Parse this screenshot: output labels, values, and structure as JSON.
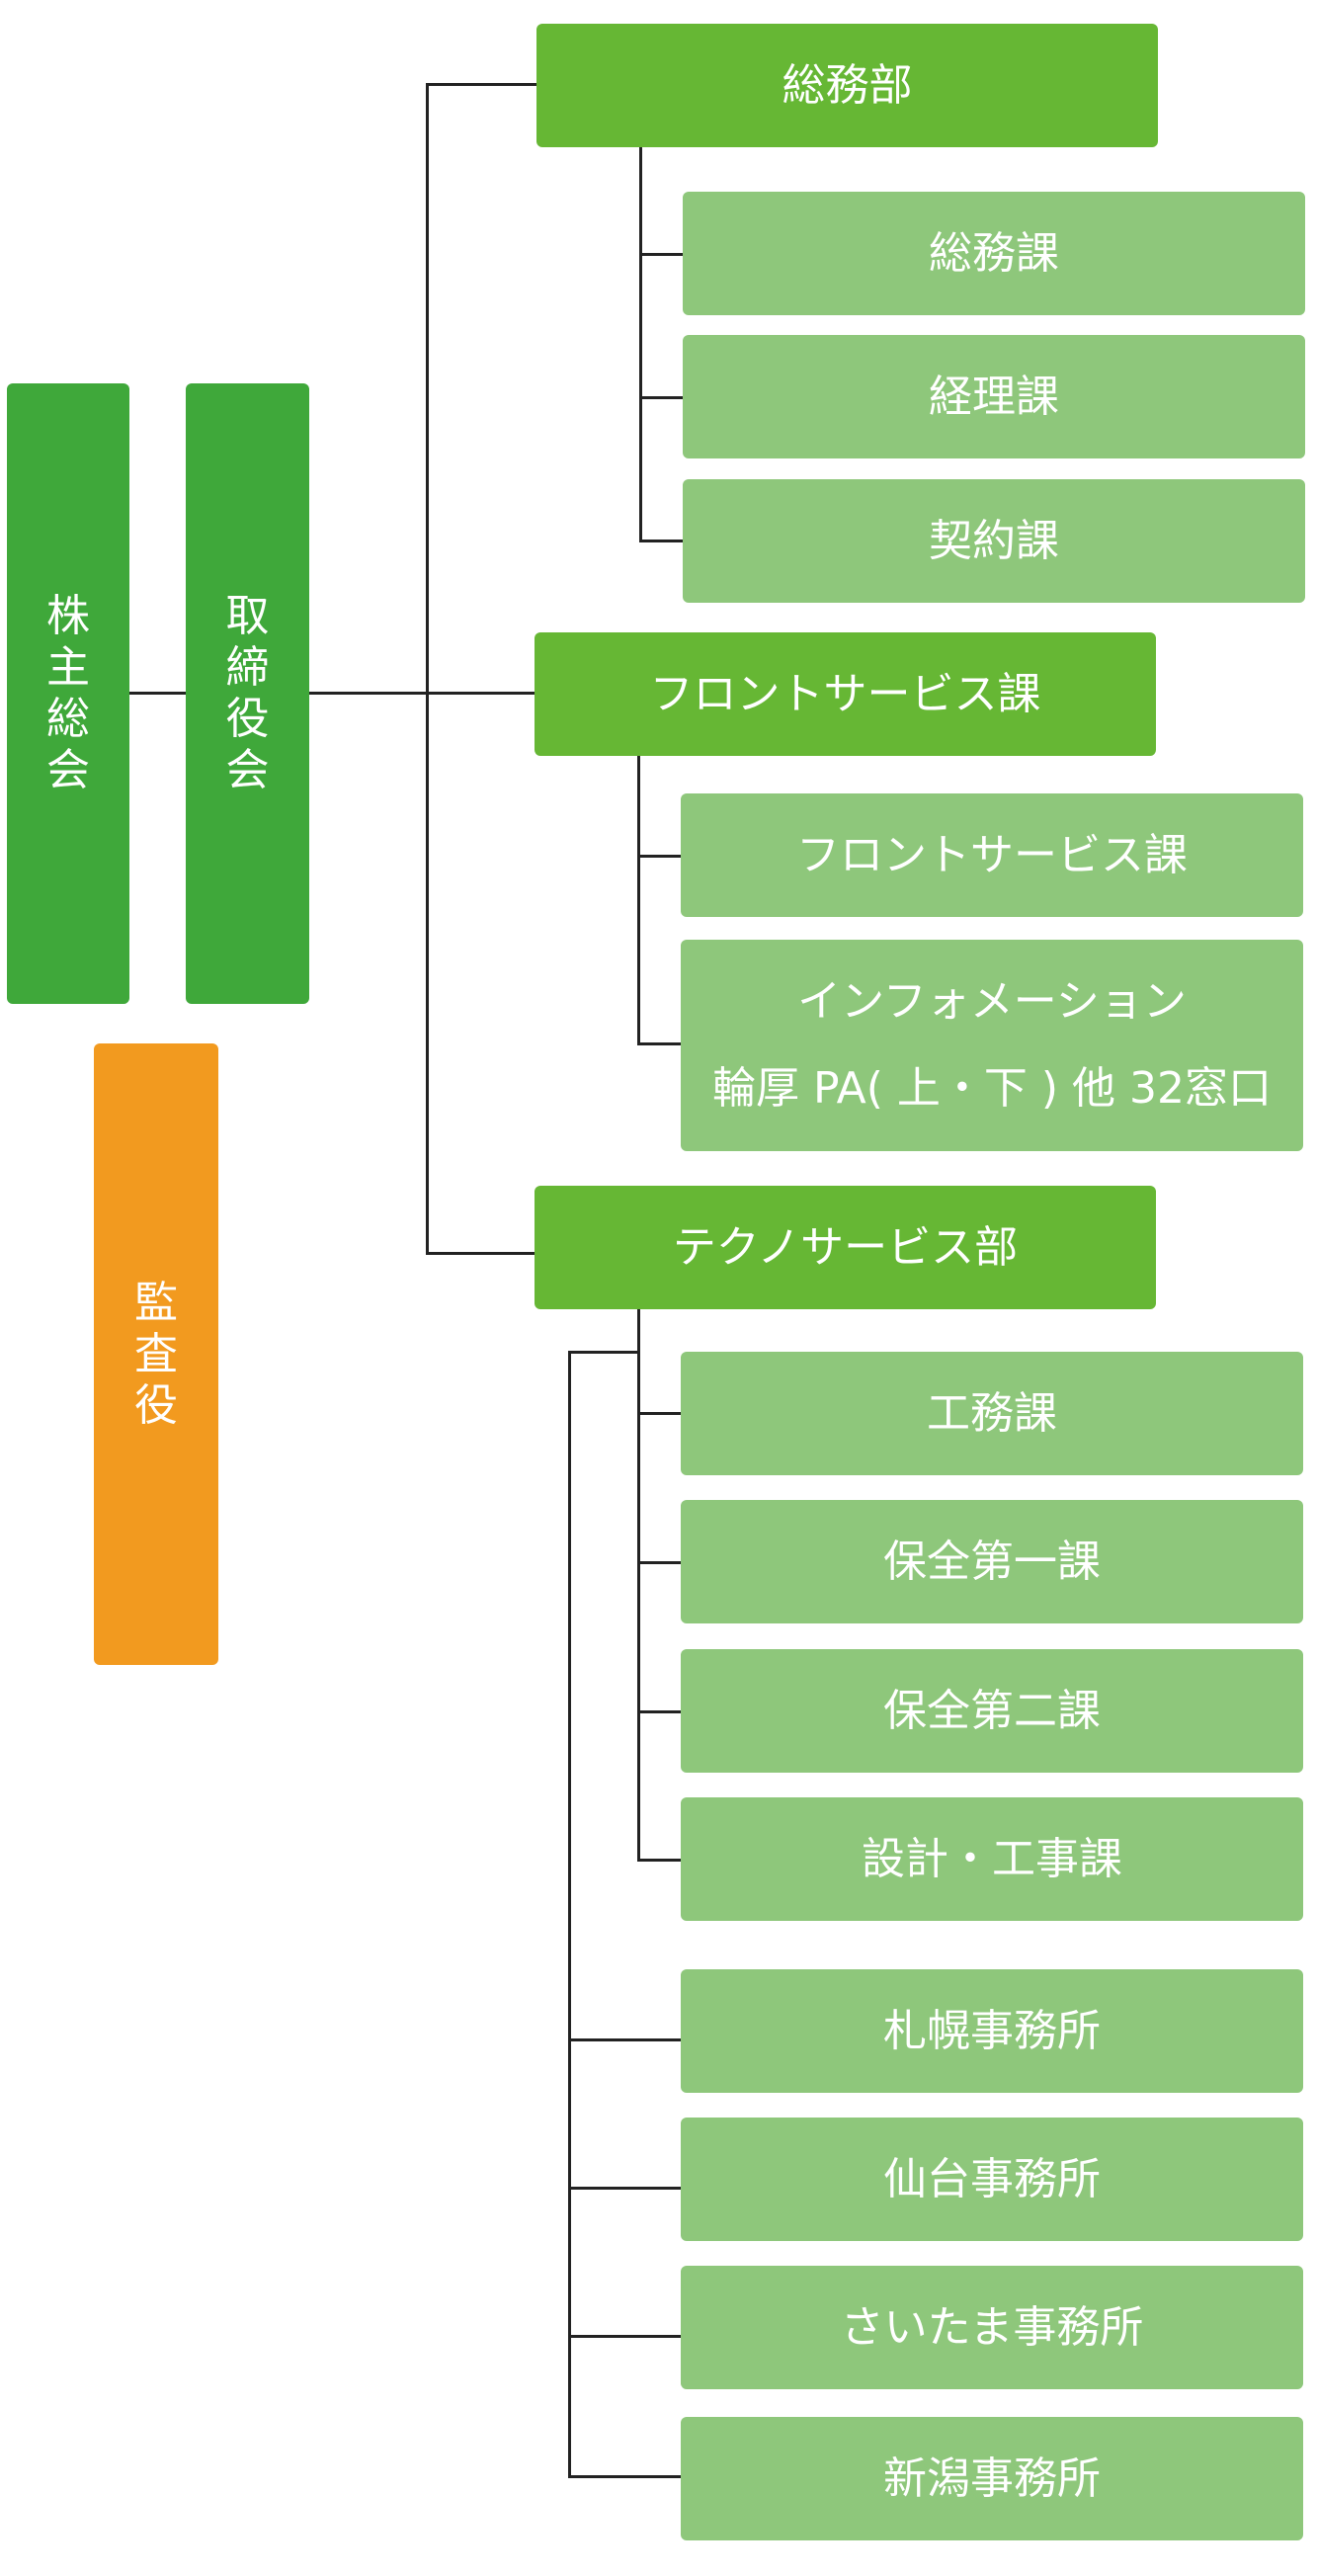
{
  "colors": {
    "board": "#3fa83a",
    "department": "#66b734",
    "section": "#8ec77b",
    "auditor": "#f29a1f",
    "connector": "#222222",
    "text": "#ffffff"
  },
  "left": {
    "shareholders": [
      "株",
      "主",
      "総",
      "会"
    ],
    "board": [
      "取",
      "締",
      "役",
      "会"
    ],
    "auditor": [
      "監",
      "査",
      "役"
    ]
  },
  "departments": {
    "general": {
      "label": "総務部",
      "sections": [
        "総務課",
        "経理課",
        "契約課"
      ]
    },
    "front": {
      "label": "フロントサービス課",
      "sections": [
        "フロントサービス課"
      ],
      "info_line1": "インフォメーション",
      "info_line2": "輪厚 PA( 上・下 ) 他 32窓口"
    },
    "techno": {
      "label": "テクノサービス部",
      "sections": [
        "工務課",
        "保全第一課",
        "保全第二課",
        "設計・工事課"
      ],
      "offices": [
        "札幌事務所",
        "仙台事務所",
        "さいたま事務所",
        "新潟事務所"
      ]
    }
  }
}
